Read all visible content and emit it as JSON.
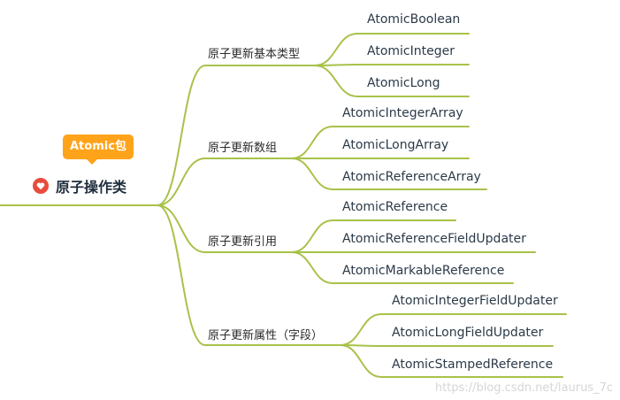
{
  "root": {
    "title": "原子操作类",
    "tag": "Atomic包"
  },
  "branches": [
    {
      "label": "原子更新基本类型",
      "leaves": [
        "AtomicBoolean",
        "AtomicInteger",
        "AtomicLong"
      ]
    },
    {
      "label": "原子更新数组",
      "leaves": [
        "AtomicIntegerArray",
        "AtomicLongArray",
        "AtomicReferenceArray"
      ]
    },
    {
      "label": "原子更新引用",
      "leaves": [
        "AtomicReference",
        "AtomicReferenceFieldUpdater",
        "AtomicMarkableReference"
      ]
    },
    {
      "label": "原子更新属性（字段）",
      "leaves": [
        "AtomicIntegerFieldUpdater",
        "AtomicLongFieldUpdater",
        "AtomicStampedReference"
      ]
    }
  ],
  "watermark": "https://blog.csdn.net/laurus_7c",
  "colors": {
    "edge": "#a8c24a",
    "tag": "#ffa31a",
    "heart": "#e74c3c"
  }
}
